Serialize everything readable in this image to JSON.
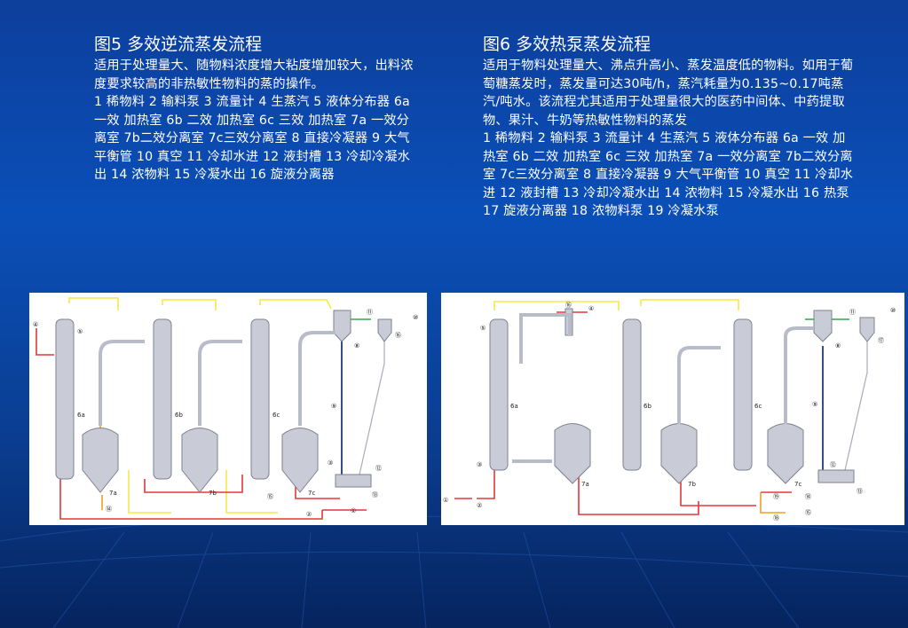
{
  "left": {
    "title": "图5  多效逆流蒸发流程",
    "description": "适用于处理量大、随物料浓度增大粘度增加较大，出料浓度要求较高的非热敏性物料的蒸的操作。",
    "legend": "1 稀物料 2 输料泵 3 流量计 4 生蒸汽 5 液体分布器 6a 一效 加热室 6b 二效 加热室 6c 三效 加热室 7a 一效分离室 7b二效分离室 7c三效分离室 8 直接冷凝器 9 大气平衡管 10 真空 11 冷却水进 12 液封槽 13 冷却冷凝水出 14 浓物料 15 冷凝水出 16 旋液分离器"
  },
  "right": {
    "title": "图6  多效热泵蒸发流程",
    "description": "适用于物料处理量大、沸点升高小、蒸发温度低的物料。如用于葡萄糖蒸发时，蒸发量可达30吨/h，蒸汽耗量为0.135~0.17吨蒸汽/吨水。该流程尤其适用于处理量很大的医药中间体、中药提取物、果汁、牛奶等热敏性物料的蒸发",
    "legend": "1 稀物料 2 输料泵 3 流量计 4 生蒸汽 5 液体分布器 6a 一效 加热室 6b 二效 加热室 6c 三效 加热室 7a 一效分离室 7b二效分离室 7c三效分离室 8 直接冷凝器 9 大气平衡管 10 真空 11 冷却水进 12 液封槽 13 冷却冷凝水出 14 浓物料 15 冷凝水出 16 热泵 17 旋液分离器 18 浓物料泵 19 冷凝水泵"
  },
  "diagram_left": {
    "labels": [
      "④",
      "⑤",
      "6a",
      "6b",
      "6c",
      "7a",
      "7b",
      "7c",
      "⑧",
      "⑨",
      "⑪",
      "⑩",
      "⑯",
      "⑫",
      "⑬",
      "⑭",
      "⑮",
      "③",
      "②",
      "①"
    ]
  },
  "diagram_right": {
    "labels": [
      "④",
      "⑤",
      "⑯",
      "6a",
      "6b",
      "6c",
      "7a",
      "7b",
      "7c",
      "⑧",
      "⑨",
      "⑪",
      "⑩",
      "⑰",
      "⑫",
      "⑬",
      "③",
      "①",
      "②",
      "⑱",
      "⑲",
      "⑭",
      "⑮"
    ]
  },
  "colors": {
    "steam": "#f5e84a",
    "material": "#e0393a",
    "condensate": "#f0a020",
    "vessel": "#c9ccd6",
    "accent_line": "#3a5fb0"
  }
}
